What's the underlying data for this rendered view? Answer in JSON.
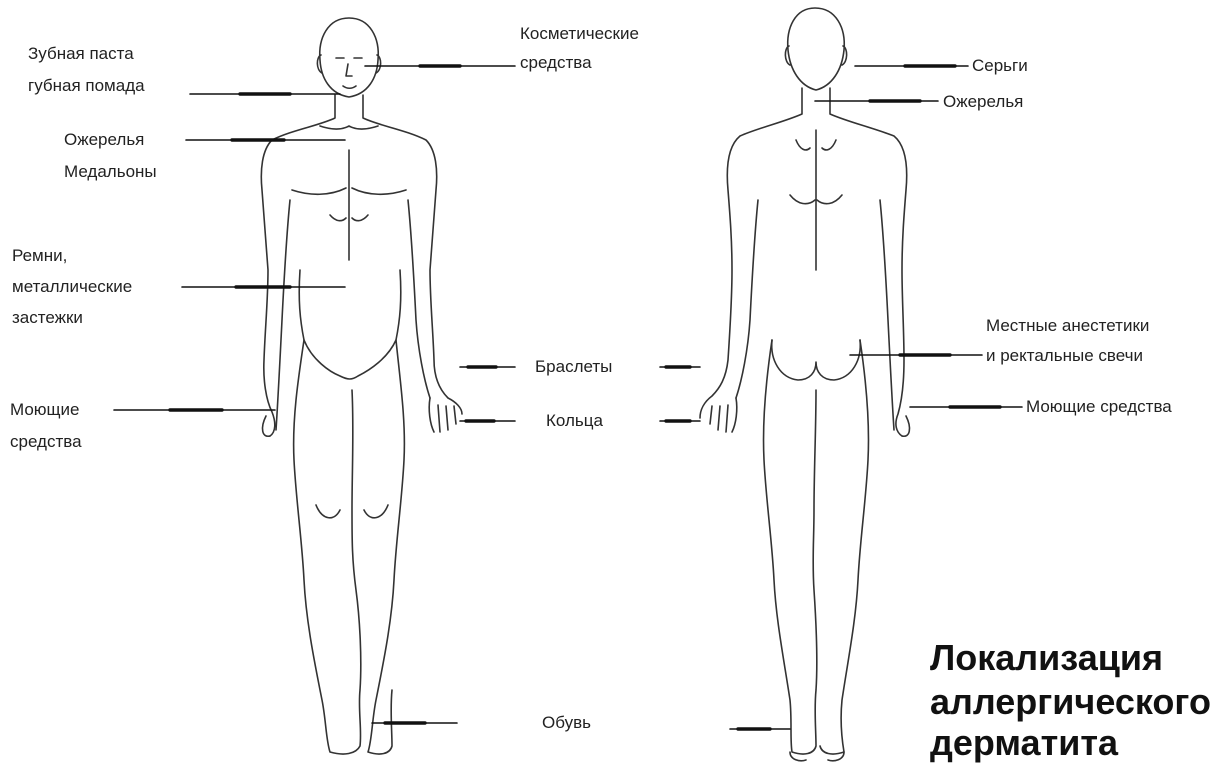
{
  "labels": {
    "toothpaste": "Зубная паста",
    "lipstick": "губная помада",
    "cosmetics_1": "Косметические",
    "cosmetics_2": "средства",
    "necklaces_front": "Ожерелья",
    "medallions": "Медальоны",
    "belts_1": "Ремни,",
    "belts_2": "металлические",
    "belts_3": "застежки",
    "bracelets": "Браслеты",
    "rings": "Кольца",
    "detergents_front_1": "Моющие",
    "detergents_front_2": "средства",
    "shoes": "Обувь",
    "earrings": "Серьги",
    "necklaces_back": "Ожерелья",
    "anesthetics_1": "Местные анестетики",
    "anesthetics_2": "и ректальные свечи",
    "detergents_back": "Моющие средства"
  },
  "title": {
    "line1": "Локализация",
    "line2": "аллергического",
    "line3": "дерматита"
  }
}
